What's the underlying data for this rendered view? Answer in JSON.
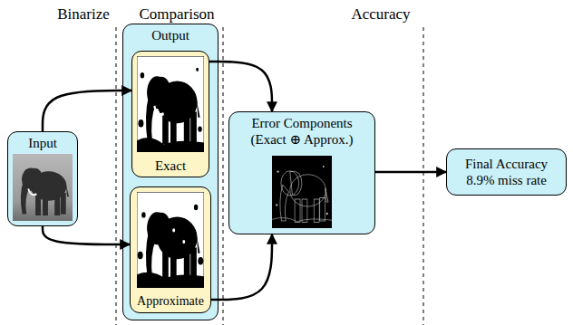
{
  "diagram": {
    "nodes": [
      {
        "text": [
          "Input"
        ]
      },
      {
        "text": [
          "Output"
        ]
      },
      {
        "text": [
          "Exact"
        ],
        "in": 1
      },
      {
        "text": [
          "Approximate"
        ],
        "in": 1
      },
      {
        "text": [
          "Error Components (Exact ⊕ Approx.)"
        ]
      },
      {
        "text": [
          "Final Accuracy",
          "8.9% miss rate"
        ]
      }
    ],
    "edges": [
      {
        "from": 0,
        "to": 2,
        "arrow": "to"
      },
      {
        "from": 0,
        "to": 3,
        "arrow": "to"
      },
      {
        "from": 2,
        "to": 4,
        "arrow": "to"
      },
      {
        "from": 3,
        "to": 4,
        "arrow": "to"
      },
      {
        "from": 4,
        "to": 5,
        "arrow": "to"
      }
    ],
    "labels": [
      "Binarize",
      "Comparison",
      "Accuracy"
    ]
  }
}
